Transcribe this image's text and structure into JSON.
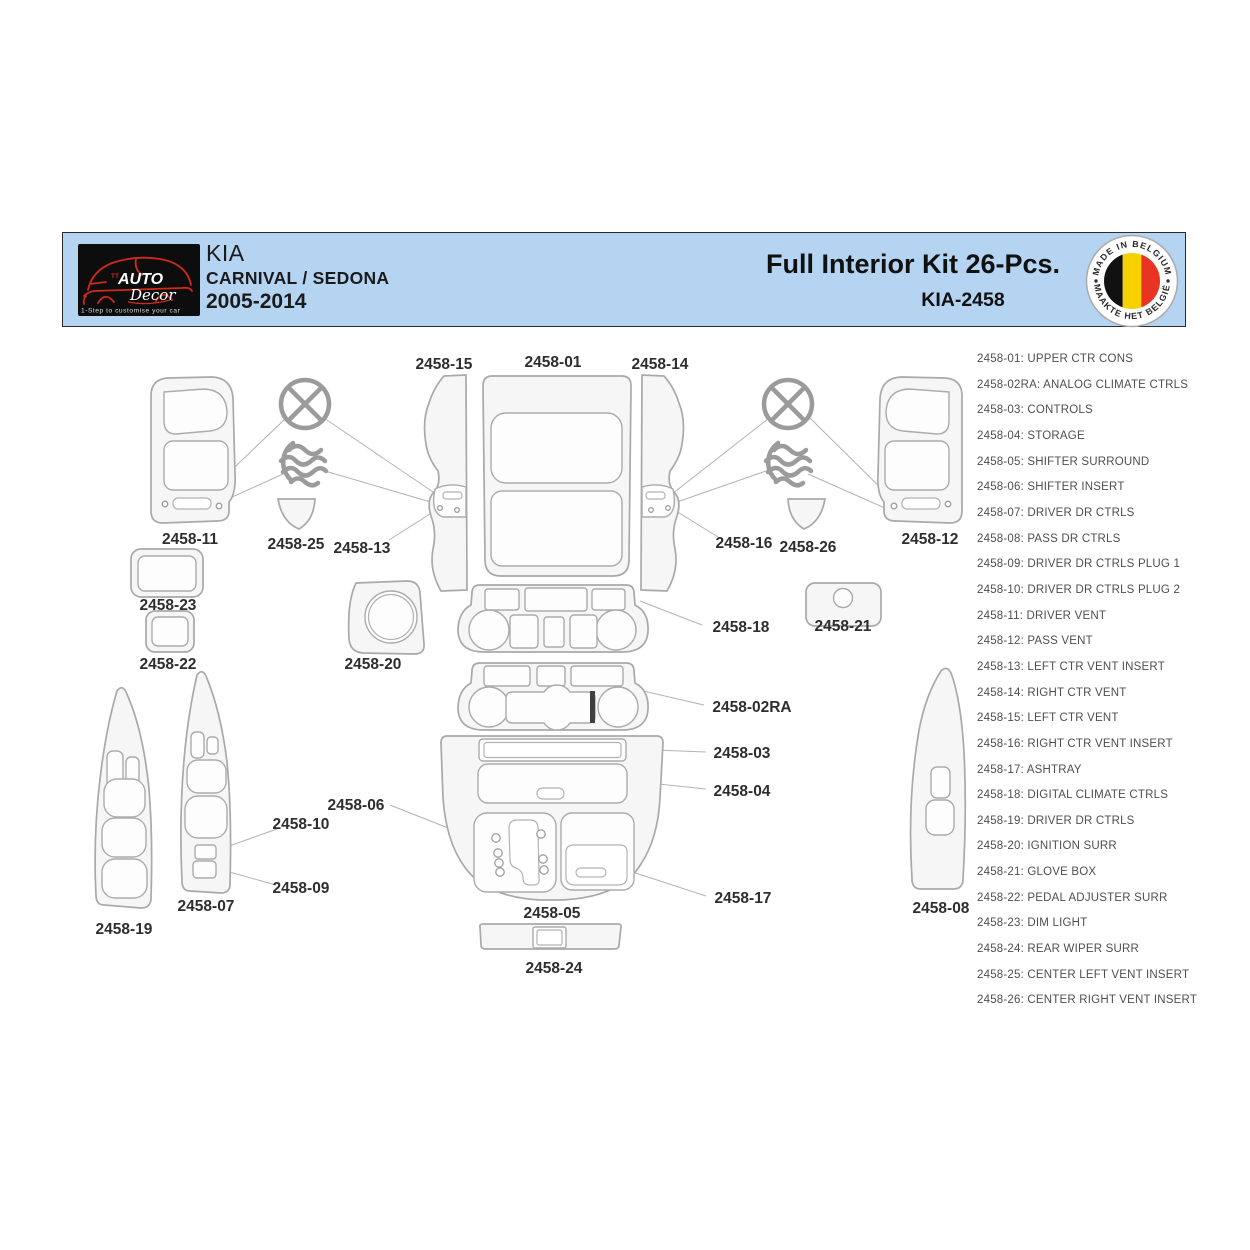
{
  "header": {
    "bg_color": "#b5d4f2",
    "logo": {
      "word_tt": "TT",
      "word_auto": "AUTO",
      "word_decor": "Decor",
      "tagline": "1-Step to customise your car",
      "accent_color": "#cf2a1b"
    },
    "vehicle": {
      "make": "KIA",
      "model": "CARNIVAL / SEDONA",
      "years": "2005-2014"
    },
    "title": "Full Interior Kit 26-Pcs.",
    "kit_code": "KIA-2458",
    "badge": {
      "top_text": "MADE IN BELGIUM",
      "bottom_text": "MAAKTE HET BELGIË",
      "flag_colors": [
        "#111111",
        "#f7d000",
        "#e93323"
      ]
    }
  },
  "legend": {
    "items": [
      "2458-01: UPPER CTR CONS",
      "2458-02RA: ANALOG CLIMATE CTRLS",
      "2458-03: CONTROLS",
      "2458-04: STORAGE",
      "2458-05: SHIFTER SURROUND",
      "2458-06: SHIFTER INSERT",
      "2458-07: DRIVER DR CTRLS",
      "2458-08: PASS DR CTRLS",
      "2458-09: DRIVER DR CTRLS PLUG 1",
      "2458-10: DRIVER DR CTRLS PLUG 2",
      "2458-11: DRIVER VENT",
      "2458-12: PASS VENT",
      "2458-13: LEFT CTR VENT INSERT",
      "2458-14: RIGHT CTR VENT",
      "2458-15: LEFT CTR VENT",
      "2458-16: RIGHT CTR VENT INSERT",
      "2458-17: ASHTRAY",
      "2458-18: DIGITAL CLIMATE CTRLS",
      "2458-19: DRIVER DR CTRLS",
      "2458-20: IGNITION SURR",
      "2458-21: GLOVE BOX",
      "2458-22: PEDAL ADJUSTER SURR",
      "2458-23: DIM LIGHT",
      "2458-24: REAR WIPER SURR",
      "2458-25: CENTER LEFT VENT INSERT",
      "2458-26: CENTER RIGHT VENT INSERT"
    ]
  },
  "diagram": {
    "icons": {
      "fan": "crossed-circle fan symbol",
      "airflow": "wavy airflow symbol"
    },
    "line_color": "#a9a9a9",
    "labels": {
      "p15": "2458-15",
      "p01": "2458-01",
      "p14": "2458-14",
      "p11": "2458-11",
      "p25": "2458-25",
      "p13": "2458-13",
      "p16": "2458-16",
      "p26": "2458-26",
      "p12": "2458-12",
      "p23": "2458-23",
      "p22": "2458-22",
      "p20": "2458-20",
      "p18": "2458-18",
      "p21": "2458-21",
      "p02ra": "2458-02RA",
      "p03": "2458-03",
      "p04": "2458-04",
      "p17": "2458-17",
      "p19": "2458-19",
      "p07": "2458-07",
      "p10": "2458-10",
      "p06": "2458-06",
      "p09": "2458-09",
      "p05": "2458-05",
      "p24": "2458-24",
      "p08": "2458-08"
    }
  }
}
